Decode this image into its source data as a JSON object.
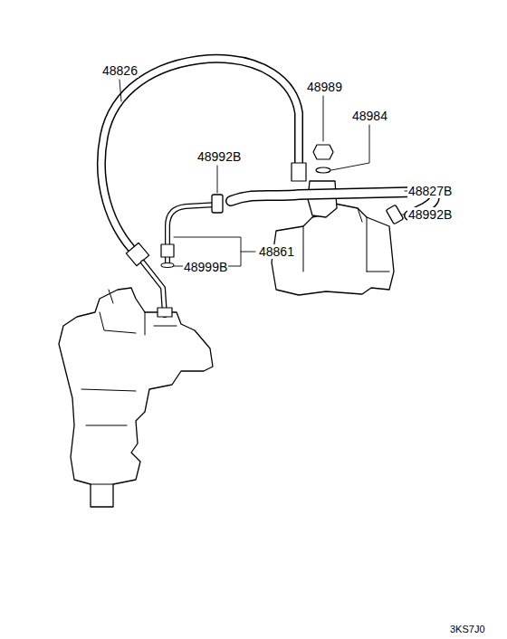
{
  "diagram": {
    "labels": [
      "48826",
      "48989",
      "48984",
      "48992B",
      "48827B",
      "48992B",
      "48861",
      "48999B",
      "3KS7J0"
    ]
  }
}
